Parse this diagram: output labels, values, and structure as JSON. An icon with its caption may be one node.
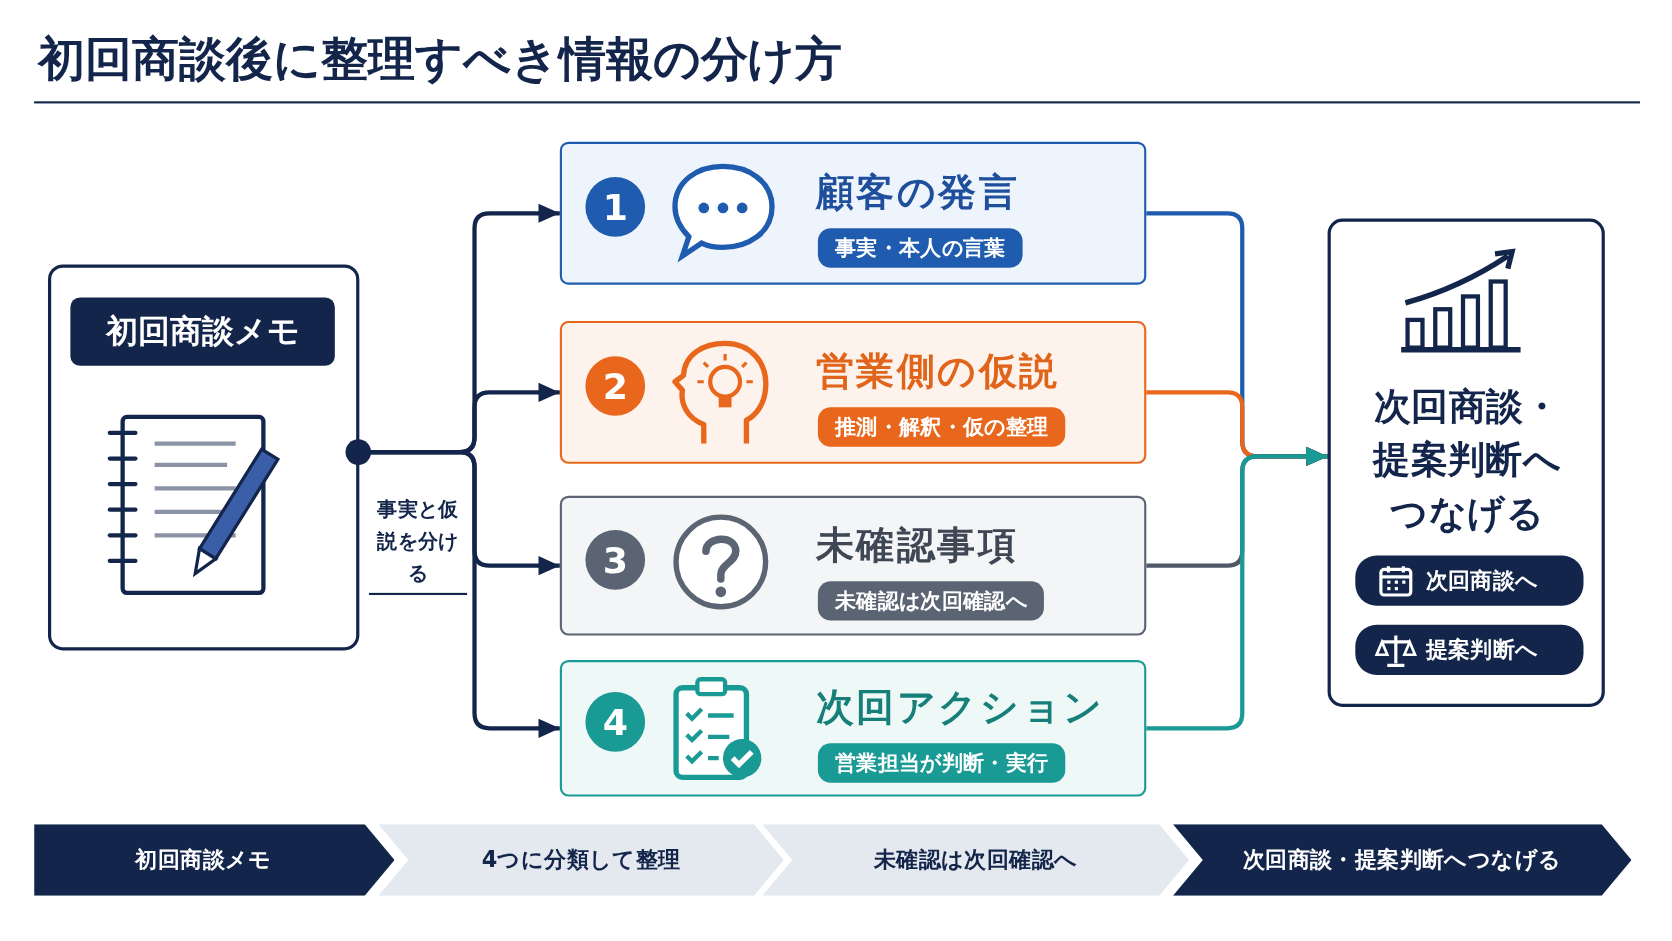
{
  "diagram": {
    "title": "初回商談後に整理すべき情報の分け方",
    "nodes": [
      {
        "text": [
          "初回商談メモ"
        ]
      },
      {
        "text": [
          "1",
          "顧客の発言",
          "事実・本人の言葉"
        ]
      },
      {
        "text": [
          "2",
          "営業側の仮説",
          "推測・解釈・仮の整理"
        ]
      },
      {
        "text": [
          "3",
          "未確認事項",
          "未確認は次回確認へ"
        ]
      },
      {
        "text": [
          "4",
          "次回アクション",
          "営業担当が判断・実行"
        ]
      },
      {
        "text": [
          "次回商談・提案判断へつなげる"
        ]
      },
      {
        "text": [
          "次回商談へ"
        ],
        "in": 5
      },
      {
        "text": [
          "提案判断へ"
        ],
        "in": 5
      },
      {
        "text": [
          "初回商談メモ"
        ]
      },
      {
        "text": [
          "4つに分類して整理"
        ]
      },
      {
        "text": [
          "未確認は次回確認へ"
        ]
      },
      {
        "text": [
          "次回商談・提案判断へつなげる"
        ]
      }
    ],
    "edges": [
      {
        "from": 0,
        "to": 1,
        "arrow": "to"
      },
      {
        "from": 0,
        "to": 2,
        "arrow": "to"
      },
      {
        "from": 0,
        "to": 3,
        "arrow": "to"
      },
      {
        "from": 0,
        "to": 4,
        "arrow": "to"
      },
      {
        "from": 1,
        "to": 5,
        "arrow": "to",
        "color": "#1f5cb0"
      },
      {
        "from": 2,
        "to": 5,
        "arrow": "to",
        "color": "#e8671c"
      },
      {
        "from": 3,
        "to": 5,
        "arrow": "to",
        "color": "#4f5866"
      },
      {
        "from": 4,
        "to": 5,
        "arrow": "to",
        "color": "#1a9a94"
      }
    ],
    "labels": [
      "事実と仮説を分ける"
    ]
  }
}
